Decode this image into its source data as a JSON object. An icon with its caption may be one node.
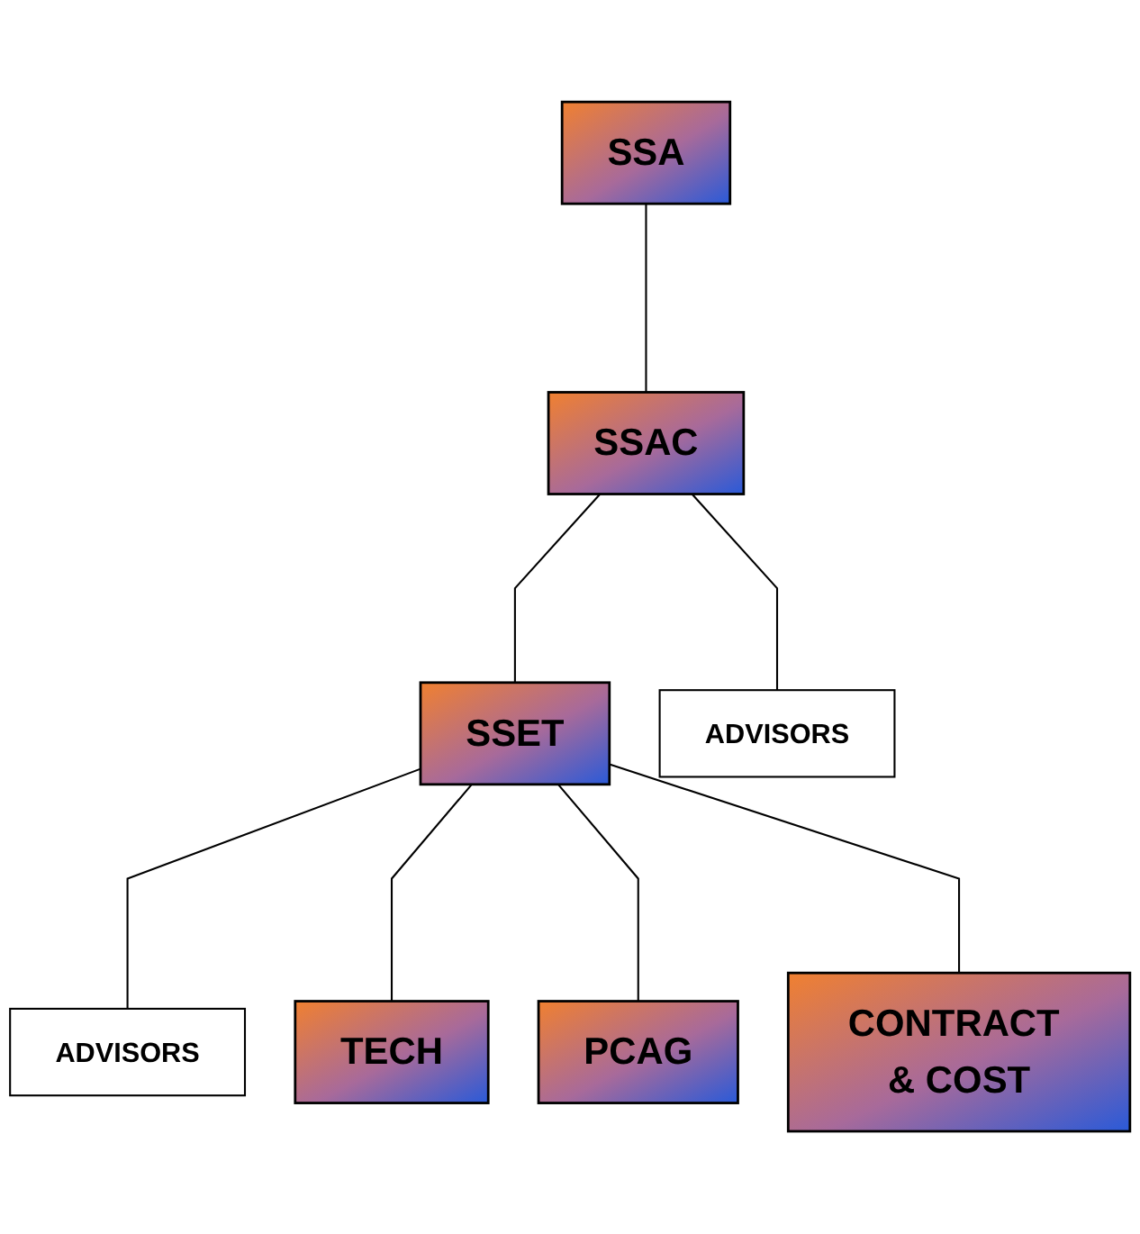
{
  "diagram": {
    "nodes": [
      {
        "text": [
          "SSA"
        ]
      },
      {
        "text": [
          "SSAC"
        ]
      },
      {
        "text": [
          "ADVISORS"
        ]
      },
      {
        "text": [
          "SSET"
        ]
      },
      {
        "text": [
          "ADVISORS"
        ]
      },
      {
        "text": [
          "TECH"
        ]
      },
      {
        "text": [
          "PCAG"
        ]
      },
      {
        "text": [
          "CONTRACT & COST"
        ]
      }
    ],
    "edges": [
      {
        "from": 0,
        "to": 1,
        "arrow": "none"
      },
      {
        "from": 1,
        "to": 2,
        "arrow": "none"
      },
      {
        "from": 1,
        "to": 3,
        "arrow": "none"
      },
      {
        "from": 3,
        "to": 4,
        "arrow": "none"
      },
      {
        "from": 3,
        "to": 5,
        "arrow": "none"
      },
      {
        "from": 3,
        "to": 6,
        "arrow": "none"
      },
      {
        "from": 3,
        "to": 7,
        "arrow": "none"
      }
    ]
  }
}
